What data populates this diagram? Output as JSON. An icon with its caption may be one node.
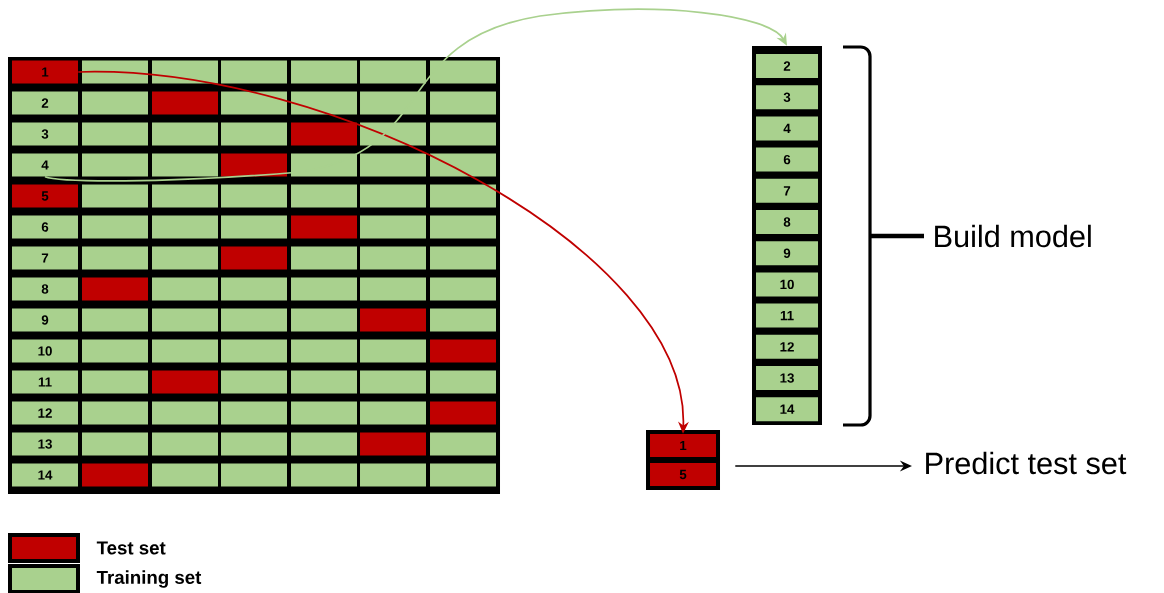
{
  "diagram": {
    "nodes": [
      {
        "text": [
          "1"
        ]
      },
      {
        "text": [
          "2"
        ]
      },
      {
        "text": [
          "3"
        ]
      },
      {
        "text": [
          "4"
        ]
      },
      {
        "text": [
          "5"
        ]
      },
      {
        "text": [
          "6"
        ]
      },
      {
        "text": [
          "7"
        ]
      },
      {
        "text": [
          "8"
        ]
      },
      {
        "text": [
          "9"
        ]
      },
      {
        "text": [
          "10"
        ]
      },
      {
        "text": [
          "11"
        ]
      },
      {
        "text": [
          "12"
        ]
      },
      {
        "text": [
          "13"
        ]
      },
      {
        "text": [
          "14"
        ]
      },
      {
        "text": [],
        "shape": "box"
      },
      {
        "text": [
          "2"
        ],
        "in": 14
      },
      {
        "text": [
          "3"
        ],
        "in": 14
      },
      {
        "text": [
          "4"
        ],
        "in": 14
      },
      {
        "text": [
          "6"
        ],
        "in": 14
      },
      {
        "text": [
          "7"
        ],
        "in": 14
      },
      {
        "text": [
          "8"
        ],
        "in": 14
      },
      {
        "text": [
          "9"
        ],
        "in": 14
      },
      {
        "text": [
          "10"
        ],
        "in": 14
      },
      {
        "text": [
          "11"
        ],
        "in": 14
      },
      {
        "text": [
          "12"
        ],
        "in": 14
      },
      {
        "text": [
          "13"
        ],
        "in": 14
      },
      {
        "text": [
          "14"
        ],
        "in": 14
      },
      {
        "text": [],
        "shape": "box"
      },
      {
        "text": [
          "1"
        ],
        "in": 27
      },
      {
        "text": [
          "5"
        ],
        "in": 27
      },
      {
        "text": [
          "Predict test set"
        ]
      }
    ],
    "edges": [
      {
        "from": 0,
        "to": 28,
        "arrow": "to",
        "color": "#c00000"
      },
      {
        "from": 3,
        "to": 14,
        "arrow": "to",
        "color": "#a9d18e"
      },
      {
        "from": 27,
        "to": 30,
        "arrow": "to",
        "color": "#000000"
      }
    ],
    "labels": [
      "Build model"
    ],
    "legend": [
      {
        "text": "Test set",
        "color": "#c00000"
      },
      {
        "text": "Training set",
        "color": "#a9d18e"
      }
    ]
  }
}
